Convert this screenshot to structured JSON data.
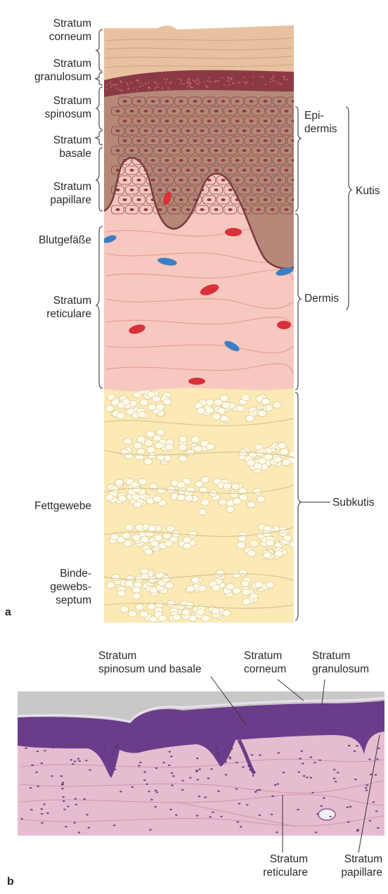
{
  "panel_a": {
    "panel_letter": "a",
    "left_labels": {
      "stratum_corneum": "Stratum\ncorneum",
      "stratum_granulosum": "Stratum\ngranulosum",
      "stratum_spinosum": "Stratum\nspinosum",
      "stratum_basale": "Stratum\nbasale",
      "stratum_papillare": "Stratum\npapillare",
      "blutgefaesse": "Blutgefäße",
      "stratum_reticulare": "Stratum\nreticulare",
      "fettgewebe": "Fettgewebe",
      "bindegewebsseptum": "Binde-\ngewebs-\nseptum"
    },
    "right_labels": {
      "epidermis": "Epi-\ndermis",
      "kutis": "Kutis",
      "dermis": "Dermis",
      "subkutis": "Subkutis"
    },
    "colors": {
      "corneum": "#e8c2a0",
      "granulosum": "#8a3a45",
      "epidermis": "#b58878",
      "cell_nucleus": "#8c3a44",
      "dermis": "#f6c8c0",
      "artery": "#d9303a",
      "vein": "#3c7ec4",
      "fat": "#fbe9b6",
      "fat_cell": "#fffbea"
    }
  },
  "panel_b": {
    "panel_letter": "b",
    "labels": {
      "spinosum_basale": "Stratum\nspinosum und basale",
      "corneum": "Stratum\ncorneum",
      "granulosum": "Stratum\ngranulosum",
      "reticulare": "Stratum\nreticulare",
      "papillare": "Stratum\npapillare"
    },
    "colors": {
      "background": "#c8c8c8",
      "epidermis": "#6a3d8a",
      "dermis": "#e6bcd0"
    }
  }
}
